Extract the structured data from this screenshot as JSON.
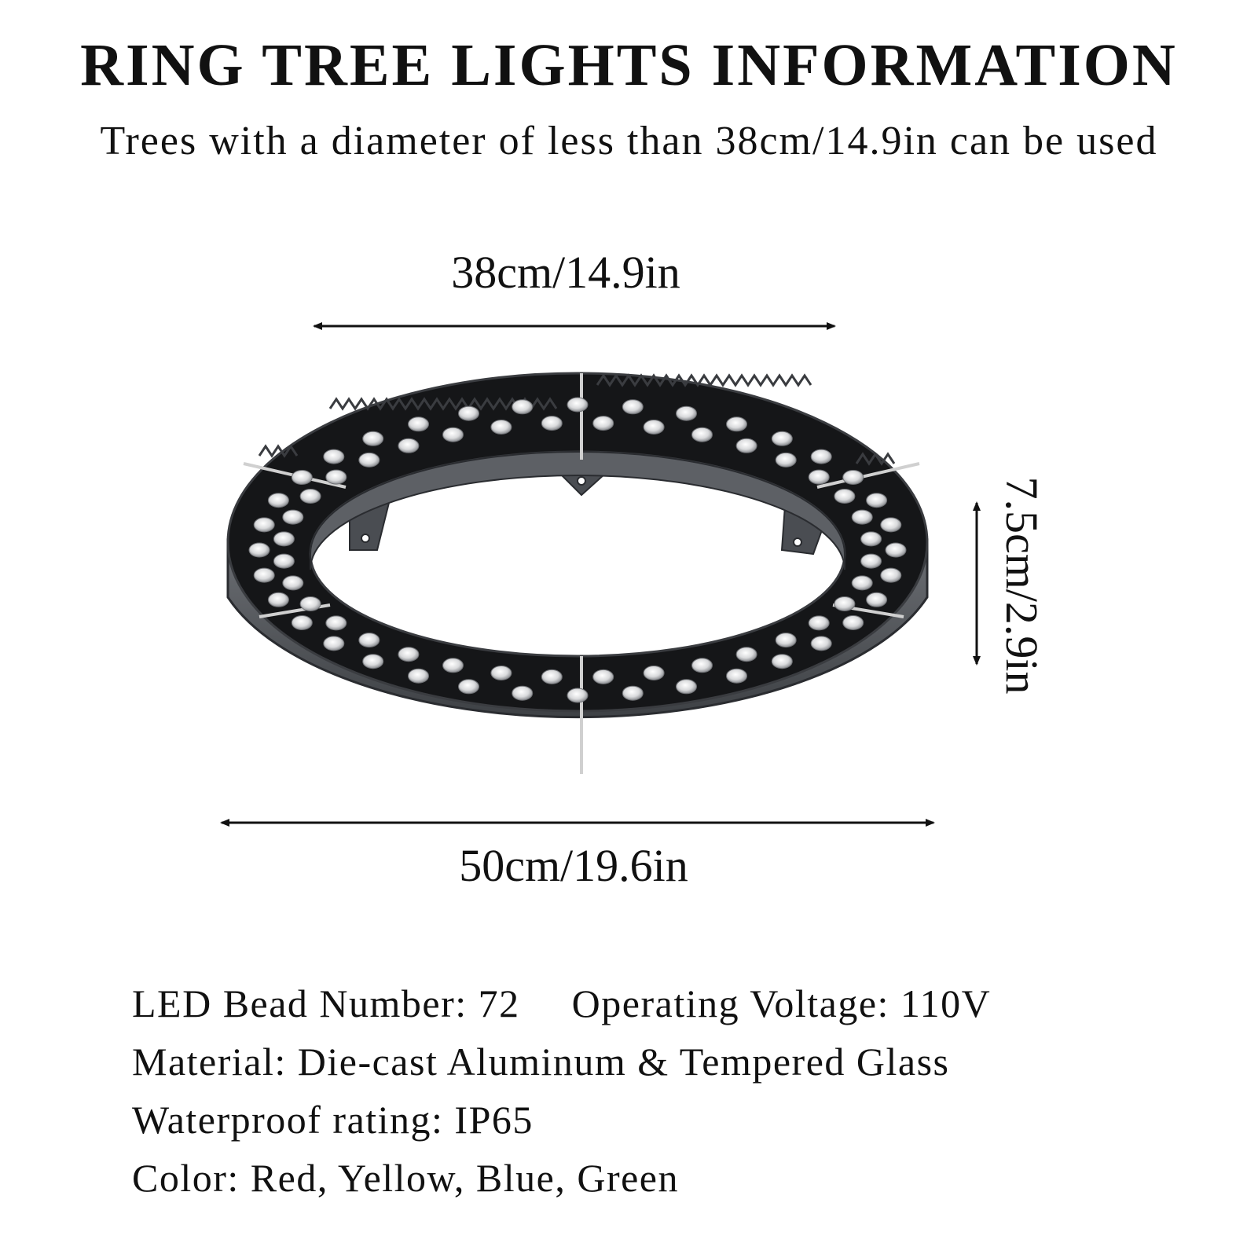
{
  "header": {
    "title": "RING TREE LIGHTS INFORMATION",
    "subtitle": "Trees with a diameter of less than 38cm/14.9in can be used"
  },
  "dimensions": {
    "inner_diameter": "38cm/14.9in",
    "outer_diameter": "50cm/19.6in",
    "height": "7.5cm/2.9in"
  },
  "specs": {
    "led_bead_number": "LED Bead Number: 72",
    "operating_voltage": "Operating Voltage: 110V",
    "material": "Material: Die-cast Aluminum & Tempered Glass",
    "waterproof": "Waterproof rating: IP65",
    "color": "Color: Red, Yellow, Blue, Green"
  },
  "colors": {
    "housing": "#5a5d62",
    "housing_dark": "#2e3034",
    "panel": "#151618",
    "bead": "#e8e8ea",
    "arrow": "#111111"
  }
}
